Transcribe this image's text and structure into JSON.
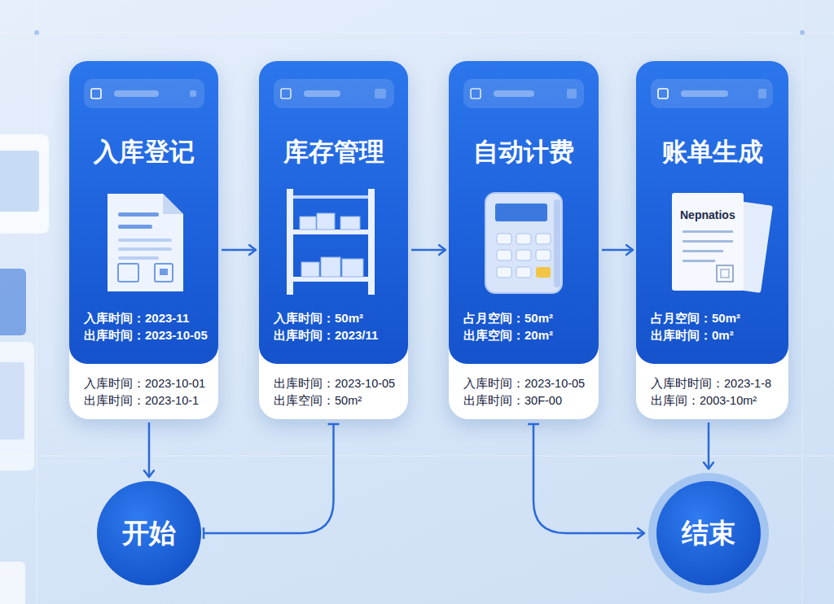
{
  "diagram": {
    "nodes": [
      {
        "text": [
          "入库登记",
          "入库时间：2023-11",
          "出库时间：2023-10-05",
          "入库时间：2023-10-01",
          "出库时间：2023-10-1"
        ]
      },
      {
        "text": [
          "库存管理",
          "入库时间：50m²",
          "出库时间：2023/11",
          "出库时间：2023-10-05",
          "出库空间：50m²"
        ]
      },
      {
        "text": [
          "自动计费",
          "占月空间：50m²",
          "出库空间：20m²",
          "入库时间：2023-10-05",
          "出库时间：30F-00"
        ]
      },
      {
        "text": [
          "账单生成",
          "占月空间：50m²",
          "出库时间：0m²",
          "入库时时间：2023-1-8",
          "出库间：2003-10m²"
        ]
      },
      {
        "text": [
          "开始"
        ]
      },
      {
        "text": [
          "结束"
        ]
      }
    ],
    "edges": [
      {
        "from": 0,
        "to": 1,
        "arrow": "to"
      },
      {
        "from": 1,
        "to": 2,
        "arrow": "to"
      },
      {
        "from": 2,
        "to": 3,
        "arrow": "to"
      },
      {
        "from": 0,
        "to": 4,
        "arrow": "to"
      },
      {
        "from": 1,
        "to": 4,
        "arrow": "none"
      },
      {
        "from": 2,
        "to": 5,
        "arrow": "to"
      },
      {
        "from": 3,
        "to": 5,
        "arrow": "to"
      }
    ],
    "labels": [
      "Nepnatios"
    ]
  }
}
